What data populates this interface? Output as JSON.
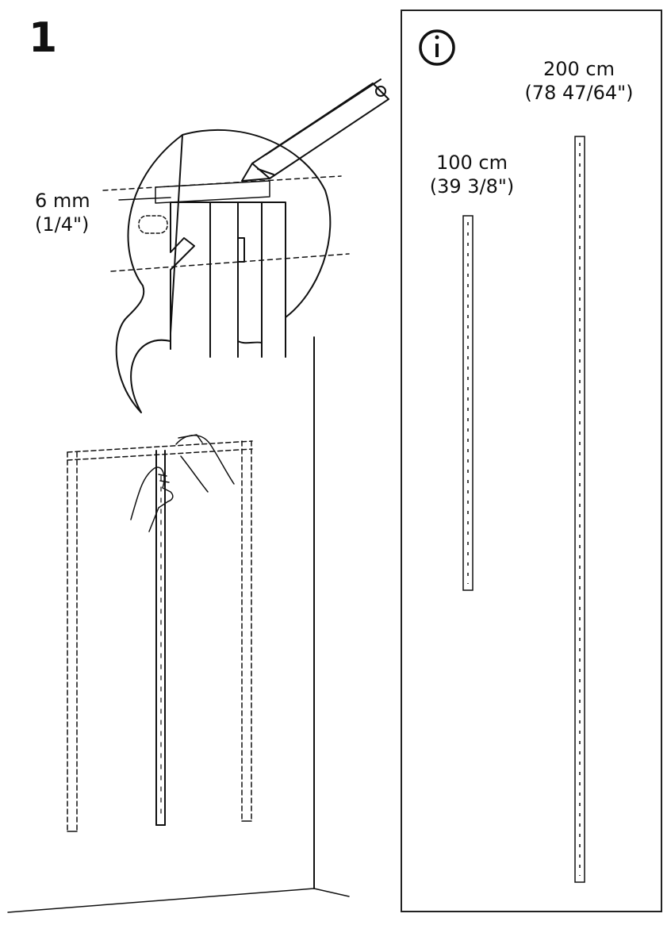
{
  "step": {
    "number": "1"
  },
  "measurements": {
    "gap_metric": "6 mm",
    "gap_imperial": "(1/4\")",
    "short_rail_metric": "100 cm",
    "short_rail_imperial": "(39 3/8\")",
    "long_rail_metric": "200 cm",
    "long_rail_imperial": "(78 47/64\")"
  },
  "icons": {
    "info": "info-icon",
    "pencil": "pencil-icon",
    "hand": "hand-icon"
  }
}
